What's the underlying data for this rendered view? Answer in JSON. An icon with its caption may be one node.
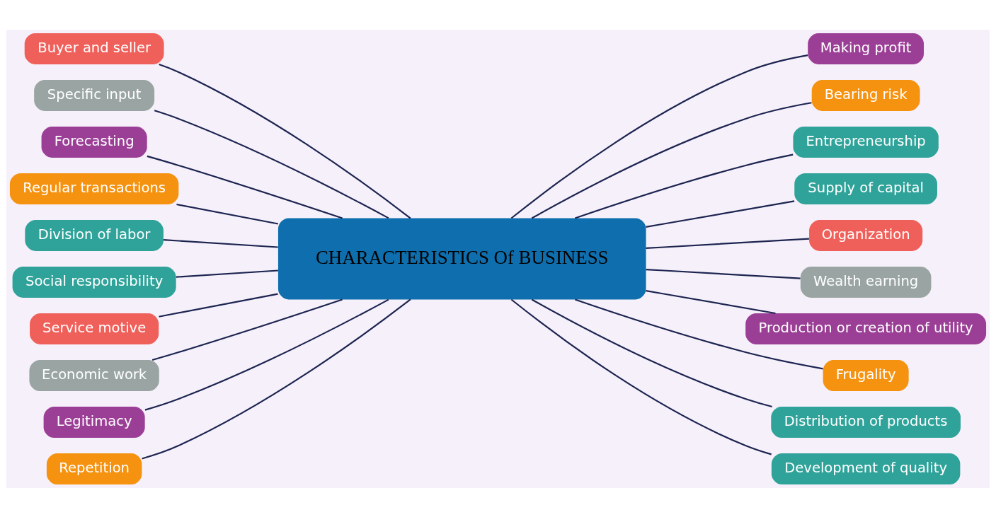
{
  "diagram": {
    "nodes": [
      {
        "text": [
          "CHARACTERISTICS Of BUSINESS"
        ]
      },
      {
        "text": [
          "Buyer and seller"
        ]
      },
      {
        "text": [
          "Specific input"
        ]
      },
      {
        "text": [
          "Forecasting"
        ]
      },
      {
        "text": [
          "Regular transactions"
        ]
      },
      {
        "text": [
          "Division of labor"
        ]
      },
      {
        "text": [
          "Social responsibility"
        ]
      },
      {
        "text": [
          "Service motive"
        ]
      },
      {
        "text": [
          "Economic work"
        ]
      },
      {
        "text": [
          "Legitimacy"
        ]
      },
      {
        "text": [
          "Repetition"
        ]
      },
      {
        "text": [
          "Making profit"
        ]
      },
      {
        "text": [
          "Bearing risk"
        ]
      },
      {
        "text": [
          "Entrepreneurship"
        ]
      },
      {
        "text": [
          "Supply of capital"
        ]
      },
      {
        "text": [
          "Organization"
        ]
      },
      {
        "text": [
          "Wealth earning"
        ]
      },
      {
        "text": [
          "Production or creation of utility"
        ]
      },
      {
        "text": [
          "Frugality"
        ]
      },
      {
        "text": [
          "Distribution of products"
        ]
      },
      {
        "text": [
          "Development of quality"
        ]
      }
    ],
    "edges": [
      {
        "from": 1,
        "to": 0,
        "arrow": "none"
      },
      {
        "from": 2,
        "to": 0,
        "arrow": "none"
      },
      {
        "from": 3,
        "to": 0,
        "arrow": "none"
      },
      {
        "from": 4,
        "to": 0,
        "arrow": "none"
      },
      {
        "from": 5,
        "to": 0,
        "arrow": "none"
      },
      {
        "from": 6,
        "to": 0,
        "arrow": "none"
      },
      {
        "from": 7,
        "to": 0,
        "arrow": "none"
      },
      {
        "from": 8,
        "to": 0,
        "arrow": "none"
      },
      {
        "from": 9,
        "to": 0,
        "arrow": "none"
      },
      {
        "from": 10,
        "to": 0,
        "arrow": "none"
      },
      {
        "from": 0,
        "to": 11,
        "arrow": "none"
      },
      {
        "from": 0,
        "to": 12,
        "arrow": "none"
      },
      {
        "from": 0,
        "to": 13,
        "arrow": "none"
      },
      {
        "from": 0,
        "to": 14,
        "arrow": "none"
      },
      {
        "from": 0,
        "to": 15,
        "arrow": "none"
      },
      {
        "from": 0,
        "to": 16,
        "arrow": "none"
      },
      {
        "from": 0,
        "to": 17,
        "arrow": "none"
      },
      {
        "from": 0,
        "to": 18,
        "arrow": "none"
      },
      {
        "from": 0,
        "to": 19,
        "arrow": "none"
      },
      {
        "from": 0,
        "to": 20,
        "arrow": "none"
      }
    ]
  }
}
